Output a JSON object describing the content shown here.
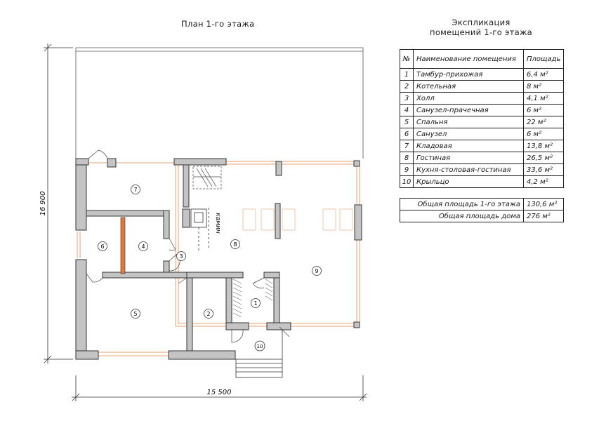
{
  "plan_title": "План 1-го этажа",
  "table_title_line1": "Экспликация",
  "table_title_line2": "помещений 1-го этажа",
  "table": {
    "headers": [
      "№",
      "Наименование помещения",
      "Площадь"
    ],
    "rows": [
      {
        "n": "1",
        "name": "Тамбур-прихожая",
        "area": "6,4 м²"
      },
      {
        "n": "2",
        "name": "Котельная",
        "area": "8 м²"
      },
      {
        "n": "3",
        "name": "Холл",
        "area": "4,1 м²"
      },
      {
        "n": "4",
        "name": "Санузел-прачечная",
        "area": "6 м²"
      },
      {
        "n": "5",
        "name": "Спальня",
        "area": "22 м²"
      },
      {
        "n": "6",
        "name": "Санузел",
        "area": "6 м²"
      },
      {
        "n": "7",
        "name": "Кладовая",
        "area": "13,8 м²"
      },
      {
        "n": "8",
        "name": "Гостиная",
        "area": "26,5 м²"
      },
      {
        "n": "9",
        "name": "Кухня-столовая-гостиная",
        "area": "33,6 м²"
      },
      {
        "n": "10",
        "name": "Крыльцо",
        "area": "4,2 м²"
      }
    ],
    "totals": [
      {
        "label": "Общая площадь 1-го этажа",
        "value": "130,6 м²"
      },
      {
        "label": "Общая площадь дома",
        "value": "276 м²"
      }
    ]
  },
  "dimensions": {
    "width": "15 500",
    "height": "16 900"
  },
  "fireplace_label": "камин",
  "room_markers": [
    "1",
    "2",
    "3",
    "4",
    "5",
    "6",
    "7",
    "8",
    "9",
    "10"
  ],
  "colors": {
    "wall_fill": "#c4c4c4",
    "wall_stroke": "#333333",
    "accent_orange": "#e8a070",
    "partition_orange": "#e07a3c"
  }
}
